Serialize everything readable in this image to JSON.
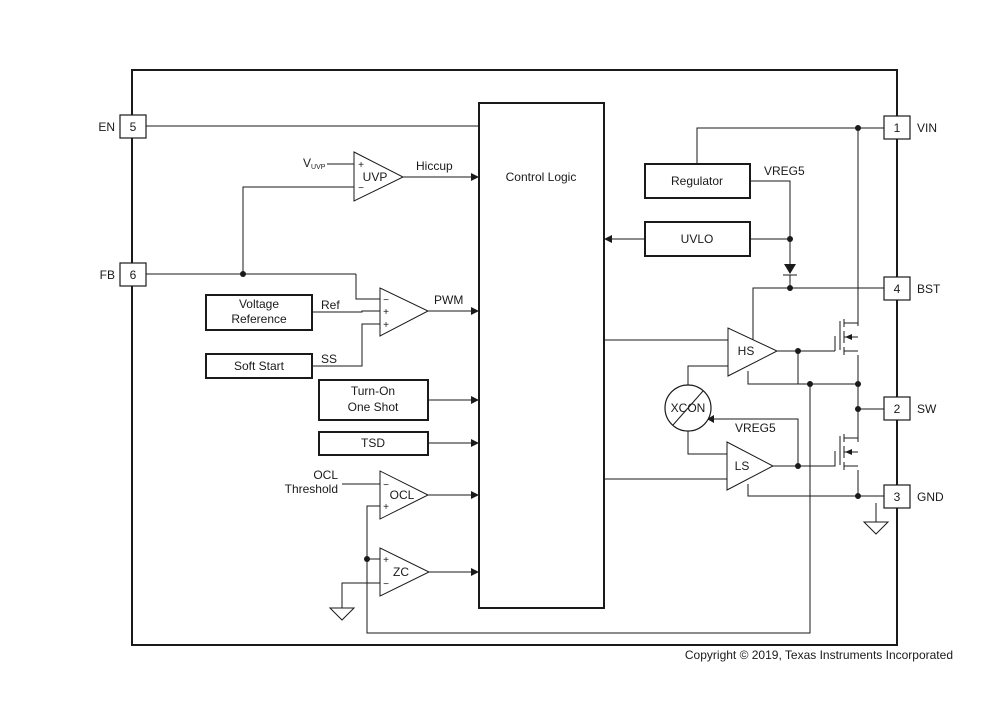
{
  "pins": {
    "en": {
      "name": "EN",
      "num": "5"
    },
    "fb": {
      "name": "FB",
      "num": "6"
    },
    "vin": {
      "name": "VIN",
      "num": "1"
    },
    "bst": {
      "name": "BST",
      "num": "4"
    },
    "sw": {
      "name": "SW",
      "num": "2"
    },
    "gnd": {
      "name": "GND",
      "num": "3"
    }
  },
  "blocks": {
    "control_logic": "Control Logic",
    "regulator": "Regulator",
    "uvlo": "UVLO",
    "voltage_reference": [
      "Voltage",
      "Reference"
    ],
    "soft_start": "Soft Start",
    "turn_on_one_shot": [
      "Turn-On",
      "One Shot"
    ],
    "tsd": "TSD",
    "xcon": "XCON"
  },
  "amplifiers": {
    "uvp": "UVP",
    "pwm_comp": "",
    "ocl": "OCL",
    "zc": "ZC",
    "hs": "HS",
    "ls": "LS"
  },
  "signals": {
    "vuvp": "V",
    "vuvp_sub": "UVP",
    "hiccup": "Hiccup",
    "pwm": "PWM",
    "ref": "Ref",
    "ss": "SS",
    "vreg5_top": "VREG5",
    "vreg5_ls": "VREG5",
    "ocl_threshold": [
      "OCL",
      "Threshold"
    ]
  },
  "signs": {
    "plus": "+",
    "minus": "−"
  },
  "copyright": "Copyright © 2019, Texas Instruments Incorporated"
}
